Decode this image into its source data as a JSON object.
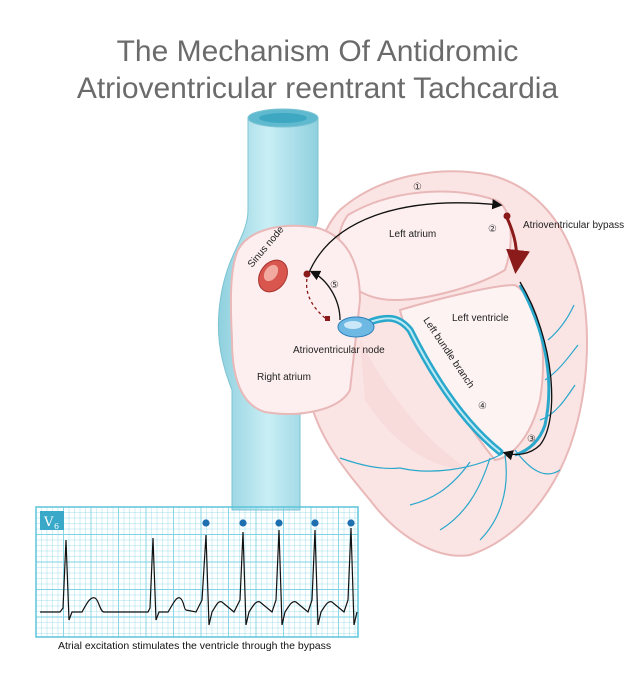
{
  "title": {
    "line1": "The Mechanism Of Antidromic",
    "line2": "Atrioventricular reentrant Tachcardia"
  },
  "labels": {
    "left_atrium": "Left atrium",
    "right_atrium": "Right atrium",
    "left_ventricle": "Left ventricle",
    "sinus_node": "Sinus node",
    "av_node": "Atrioventricular node",
    "av_bypass": "Atrioventricular bypass",
    "left_bundle_branch": "Left bundle branch"
  },
  "steps": {
    "s1": "①",
    "s2": "②",
    "s3": "③",
    "s4": "④",
    "s5": "⑤"
  },
  "ecg": {
    "lead": "V",
    "lead_sub": "6",
    "marked_beats": 5,
    "caption": "Atrial excitation stimulates the ventricle through the bypass"
  },
  "colors": {
    "title": "#6b6b6b",
    "vein": "#9fd9e6",
    "heart": "#fbe6e6",
    "conduction": "#2aa8cc",
    "bypass": "#8b1a1a",
    "ecg_grid": "#7fd3e4",
    "marker": "#1e6fb0"
  }
}
